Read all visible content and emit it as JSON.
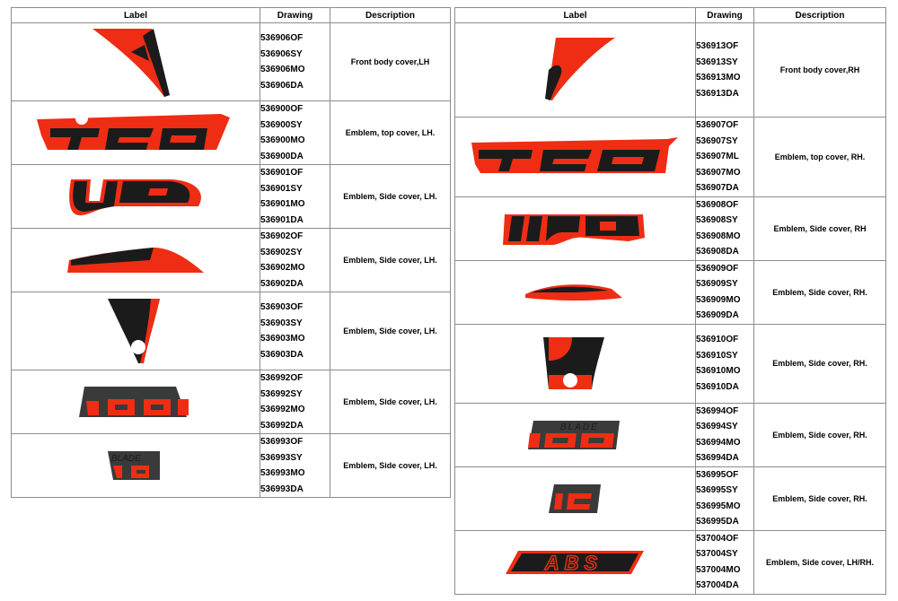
{
  "colors": {
    "red": "#ee2d14",
    "black": "#1b1b1b",
    "grey": "#3a3a3a",
    "border": "#8c8c8c"
  },
  "left_table": {
    "headers": {
      "label": "Label",
      "drawing": "Drawing",
      "description": "Description"
    },
    "rows": [
      {
        "decal": "front-body-cover-lh-decal",
        "codes": [
          "536906OF",
          "536906SY",
          "536906MO",
          "536906DA"
        ],
        "description": "Front body cover,LH"
      },
      {
        "decal": "top-cover-lh-decal",
        "codes": [
          "536900OF",
          "536900SY",
          "536900MO",
          "536900DA"
        ],
        "description": "Emblem, top cover, LH."
      },
      {
        "decal": "side-cover-lh-decal-1",
        "codes": [
          "536901OF",
          "536901SY",
          "536901MO",
          "536901DA"
        ],
        "description": "Emblem, Side cover, LH."
      },
      {
        "decal": "side-cover-lh-decal-2",
        "codes": [
          "536902OF",
          "536902SY",
          "536902MO",
          "536902DA"
        ],
        "description": "Emblem, Side cover, LH."
      },
      {
        "decal": "side-cover-lh-decal-3",
        "codes": [
          "536903OF",
          "536903SY",
          "536903MO",
          "536903DA"
        ],
        "description": "Emblem, Side cover, LH."
      },
      {
        "decal": "side-cover-lh-decal-100",
        "codes": [
          "536992OF",
          "536992SY",
          "536992MO",
          "536992DA"
        ],
        "description": "Emblem, Side cover, LH."
      },
      {
        "decal": "side-cover-lh-decal-blade",
        "codes": [
          "536993OF",
          "536993SY",
          "536993MO",
          "536993DA"
        ],
        "description": "Emblem, Side cover, LH.",
        "decal_text": "BLADE"
      }
    ]
  },
  "right_table": {
    "headers": {
      "label": "Label",
      "drawing": "Drawing",
      "description": "Description"
    },
    "rows": [
      {
        "decal": "front-body-cover-rh-decal",
        "codes": [
          "536913OF",
          "536913SY",
          "536913MO",
          "536913DA"
        ],
        "description": "Front body cover,RH"
      },
      {
        "decal": "top-cover-rh-decal",
        "codes": [
          "536907OF",
          "536907SY",
          "536907ML",
          "536907MO",
          "536907DA"
        ],
        "description": "Emblem, top cover, RH."
      },
      {
        "decal": "side-cover-rh-decal-1",
        "codes": [
          "536908OF",
          "536908SY",
          "536908MO",
          "536908DA"
        ],
        "description": "Emblem, Side cover, RH"
      },
      {
        "decal": "side-cover-rh-decal-2",
        "codes": [
          "536909OF",
          "536909SY",
          "536909MO",
          "536909DA"
        ],
        "description": "Emblem, Side cover, RH."
      },
      {
        "decal": "side-cover-rh-decal-3",
        "codes": [
          "536910OF",
          "536910SY",
          "536910MO",
          "536910DA"
        ],
        "description": "Emblem, Side cover, RH."
      },
      {
        "decal": "side-cover-rh-decal-blade-100",
        "codes": [
          "536994OF",
          "536994SY",
          "536994MO",
          "536994DA"
        ],
        "description": "Emblem, Side cover, RH.",
        "decal_text": "BLADE"
      },
      {
        "decal": "side-cover-rh-decal-ic",
        "codes": [
          "536995OF",
          "536995SY",
          "536995MO",
          "536995DA"
        ],
        "description": "Emblem, Side cover, RH."
      },
      {
        "decal": "abs-emblem-decal",
        "codes": [
          "537004OF",
          "537004SY",
          "537004MO",
          "537004DA"
        ],
        "description": "Emblem, Side cover, LH/RH.",
        "decal_text": "ABS"
      }
    ]
  }
}
